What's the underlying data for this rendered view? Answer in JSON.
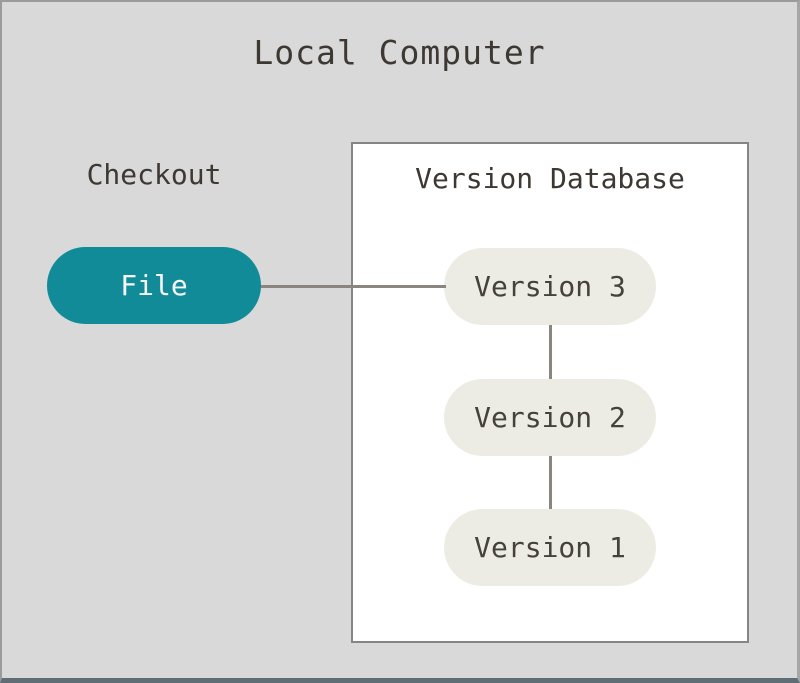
{
  "diagram": {
    "title": "Local Computer",
    "checkout": {
      "label": "Checkout",
      "file_node_label": "File"
    },
    "version_database": {
      "label": "Version Database",
      "versions": [
        {
          "label": "Version 3"
        },
        {
          "label": "Version 2"
        },
        {
          "label": "Version 1"
        }
      ]
    },
    "colors": {
      "background": "#d9d9d9",
      "file_node": "#128b98",
      "file_node_text": "#f8f8f6",
      "version_node": "#edece4",
      "version_node_text": "#46413b",
      "box_background": "#ffffff",
      "box_border": "#858585",
      "connector": "#8a857f",
      "heading_text": "#3e3833",
      "frame_border": "#9b9b9b",
      "frame_border_bottom": "#5e6e74"
    }
  }
}
